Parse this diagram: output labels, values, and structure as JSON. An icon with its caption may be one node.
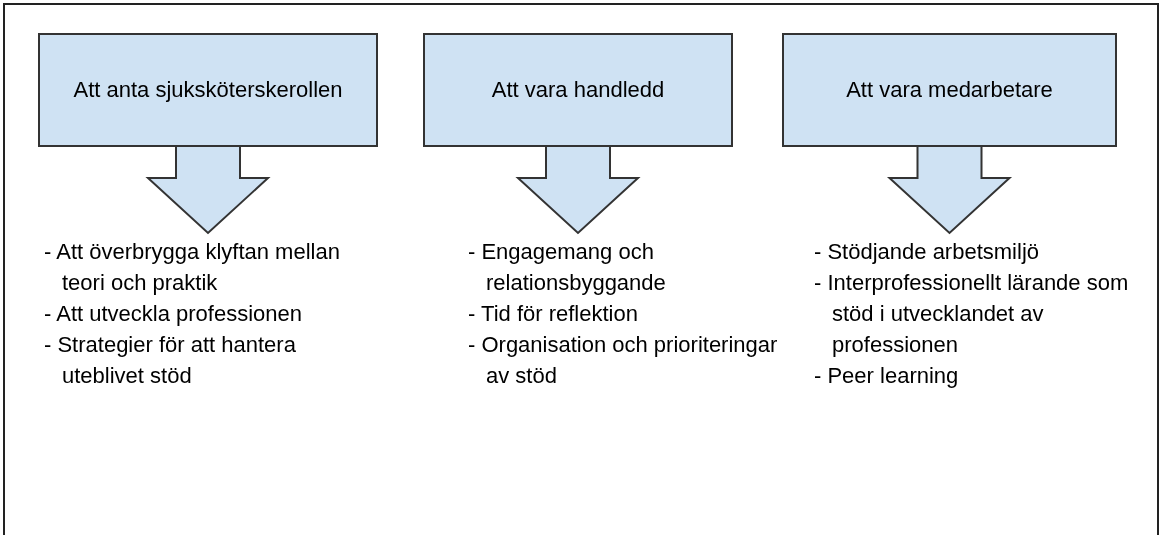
{
  "diagram": {
    "nodes": [
      {
        "text": [
          "Att anta sjuksköterskerollen"
        ]
      },
      {
        "text": [
          "Att vara handledd"
        ]
      },
      {
        "text": [
          "Att vara medarbetare"
        ]
      },
      {
        "text": [
          "- Att överbrygga klyftan mellan teori och praktik",
          "- Att utveckla professionen",
          "- Strategier för att hantera uteblivet stöd"
        ]
      },
      {
        "text": [
          "- Engagemang och relationsbyggande",
          "- Tid för reflektion",
          "- Organisation och prioriteringar av stöd"
        ]
      },
      {
        "text": [
          "- Stödjande arbetsmiljö",
          "- Interprofessionellt lärande som stöd i utvecklandet av professionen",
          "- Peer learning"
        ]
      }
    ],
    "edges": [
      {
        "from": 0,
        "to": 3,
        "arrow": "to"
      },
      {
        "from": 1,
        "to": 4,
        "arrow": "to"
      },
      {
        "from": 2,
        "to": 5,
        "arrow": "to"
      }
    ]
  }
}
